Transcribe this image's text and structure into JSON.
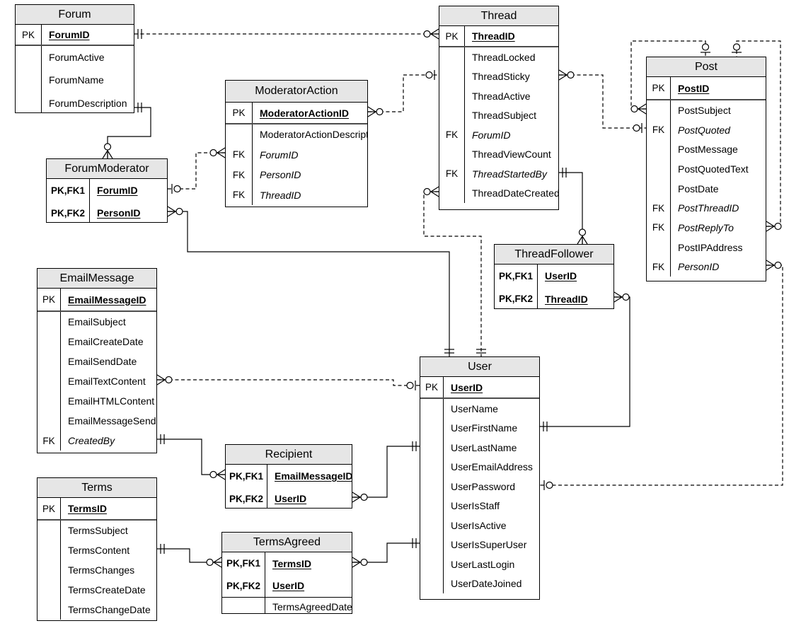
{
  "diagram_type": "entity-relationship",
  "colors": {
    "header_bg": "#e6e6e6",
    "border": "#000000",
    "background": "#ffffff",
    "pk_divider": "#4c4c4c"
  },
  "entities": [
    {
      "name": "Forum",
      "title": "Forum",
      "key_rows": [
        {
          "key": "PK",
          "name": "ForumID",
          "pk": true
        }
      ],
      "attr_rows": [
        {
          "key": "",
          "name": "ForumActive"
        },
        {
          "key": "",
          "name": "ForumName"
        },
        {
          "key": "",
          "name": "ForumDescription"
        }
      ]
    },
    {
      "name": "Thread",
      "title": "Thread",
      "key_rows": [
        {
          "key": "PK",
          "name": "ThreadID",
          "pk": true
        }
      ],
      "attr_rows": [
        {
          "key": "",
          "name": "ThreadLocked"
        },
        {
          "key": "",
          "name": "ThreadSticky"
        },
        {
          "key": "",
          "name": "ThreadActive"
        },
        {
          "key": "",
          "name": "ThreadSubject"
        },
        {
          "key": "FK",
          "name": "ForumID",
          "fk": true
        },
        {
          "key": "",
          "name": "ThreadViewCount"
        },
        {
          "key": "FK",
          "name": "ThreadStartedBy",
          "fk": true
        },
        {
          "key": "",
          "name": "ThreadDateCreated"
        }
      ]
    },
    {
      "name": "Post",
      "title": "Post",
      "key_rows": [
        {
          "key": "PK",
          "name": "PostID",
          "pk": true
        }
      ],
      "attr_rows": [
        {
          "key": "",
          "name": "PostSubject"
        },
        {
          "key": "FK",
          "name": "PostQuoted",
          "fk": true
        },
        {
          "key": "",
          "name": "PostMessage"
        },
        {
          "key": "",
          "name": "PostQuotedText"
        },
        {
          "key": "",
          "name": "PostDate"
        },
        {
          "key": "FK",
          "name": "PostThreadID",
          "fk": true
        },
        {
          "key": "FK",
          "name": "PostReplyTo",
          "fk": true
        },
        {
          "key": "",
          "name": "PostIPAddress"
        },
        {
          "key": "FK",
          "name": "PersonID",
          "fk": true
        }
      ]
    },
    {
      "name": "ModeratorAction",
      "title": "ModeratorAction",
      "key_rows": [
        {
          "key": "PK",
          "name": "ModeratorActionID",
          "pk": true
        }
      ],
      "attr_rows": [
        {
          "key": "",
          "name": "ModeratorActionDescription"
        },
        {
          "key": "FK",
          "name": "ForumID",
          "fk": true
        },
        {
          "key": "FK",
          "name": "PersonID",
          "fk": true
        },
        {
          "key": "FK",
          "name": "ThreadID",
          "fk": true
        }
      ]
    },
    {
      "name": "ForumModerator",
      "title": "ForumModerator",
      "key_rows": [
        {
          "key": "PK,FK1",
          "name": "ForumID",
          "pk": true
        },
        {
          "key": "PK,FK2",
          "name": "PersonID",
          "pk": true
        }
      ],
      "attr_rows": []
    },
    {
      "name": "ThreadFollower",
      "title": "ThreadFollower",
      "key_rows": [
        {
          "key": "PK,FK1",
          "name": "UserID",
          "pk": true
        },
        {
          "key": "PK,FK2",
          "name": "ThreadID",
          "pk": true
        }
      ],
      "attr_rows": []
    },
    {
      "name": "EmailMessage",
      "title": "EmailMessage",
      "key_rows": [
        {
          "key": "PK",
          "name": "EmailMessageID",
          "pk": true
        }
      ],
      "attr_rows": [
        {
          "key": "",
          "name": "EmailSubject"
        },
        {
          "key": "",
          "name": "EmailCreateDate"
        },
        {
          "key": "",
          "name": "EmailSendDate"
        },
        {
          "key": "",
          "name": "EmailTextContent"
        },
        {
          "key": "",
          "name": "EmailHTMLContent"
        },
        {
          "key": "",
          "name": "EmailMessageSender"
        },
        {
          "key": "FK",
          "name": "CreatedBy",
          "fk": true
        }
      ]
    },
    {
      "name": "User",
      "title": "User",
      "key_rows": [
        {
          "key": "PK",
          "name": "UserID",
          "pk": true
        }
      ],
      "attr_rows": [
        {
          "key": "",
          "name": "UserName"
        },
        {
          "key": "",
          "name": "UserFirstName"
        },
        {
          "key": "",
          "name": "UserLastName"
        },
        {
          "key": "",
          "name": "UserEmailAddress"
        },
        {
          "key": "",
          "name": "UserPassword"
        },
        {
          "key": "",
          "name": "UserIsStaff"
        },
        {
          "key": "",
          "name": "UserIsActive"
        },
        {
          "key": "",
          "name": "UserIsSuperUser"
        },
        {
          "key": "",
          "name": "UserLastLogin"
        },
        {
          "key": "",
          "name": "UserDateJoined"
        }
      ]
    },
    {
      "name": "Recipient",
      "title": "Recipient",
      "key_rows": [
        {
          "key": "PK,FK1",
          "name": "EmailMessageID",
          "pk": true
        },
        {
          "key": "PK,FK2",
          "name": "UserID",
          "pk": true
        }
      ],
      "attr_rows": []
    },
    {
      "name": "Terms",
      "title": "Terms",
      "key_rows": [
        {
          "key": "PK",
          "name": "TermsID",
          "pk": true
        }
      ],
      "attr_rows": [
        {
          "key": "",
          "name": "TermsSubject"
        },
        {
          "key": "",
          "name": "TermsContent"
        },
        {
          "key": "",
          "name": "TermsChanges"
        },
        {
          "key": "",
          "name": "TermsCreateDate"
        },
        {
          "key": "",
          "name": "TermsChangeDate"
        }
      ]
    },
    {
      "name": "TermsAgreed",
      "title": "TermsAgreed",
      "key_rows": [
        {
          "key": "PK,FK1",
          "name": "TermsID",
          "pk": true
        },
        {
          "key": "PK,FK2",
          "name": "UserID",
          "pk": true
        }
      ],
      "attr_rows": [
        {
          "key": "",
          "name": "TermsAgreedDate"
        }
      ]
    }
  ],
  "relationships": [
    {
      "from": "Forum",
      "to": "Thread",
      "from_symbol": "one",
      "to_symbol": "zero-or-many",
      "style": "dashed"
    },
    {
      "from": "Forum",
      "to": "ForumModerator",
      "from_symbol": "one",
      "to_symbol": "zero-or-many",
      "style": "solid"
    },
    {
      "from": "ForumModerator",
      "to": "ModeratorAction",
      "from_symbol": "zero-or-one",
      "to_symbol": "zero-or-many",
      "style": "dashed"
    },
    {
      "from": "ModeratorAction",
      "to": "Thread",
      "from_symbol": "zero-or-many",
      "to_symbol": "zero-or-one",
      "style": "dashed"
    },
    {
      "from": "Thread",
      "to": "Post",
      "from_symbol": "zero-or-many",
      "to_symbol": "zero-or-one",
      "style": "dashed"
    },
    {
      "from": "Post",
      "to": "Post",
      "note": "self-reference (PostQuoted)",
      "from_symbol": "zero-or-many",
      "to_symbol": "zero-or-one",
      "style": "dashed"
    },
    {
      "from": "Post",
      "to": "Post",
      "note": "self-reference (PostReplyTo)",
      "from_symbol": "zero-or-many",
      "to_symbol": "zero-or-one",
      "style": "dashed"
    },
    {
      "from": "Post",
      "to": "User",
      "from_symbol": "zero-or-many",
      "to_symbol": "zero-or-one",
      "style": "dashed"
    },
    {
      "from": "Thread",
      "to": "ThreadFollower",
      "from_symbol": "one",
      "to_symbol": "zero-or-many",
      "style": "solid"
    },
    {
      "from": "ThreadFollower",
      "to": "User",
      "from_symbol": "zero-or-many",
      "to_symbol": "one",
      "style": "solid"
    },
    {
      "from": "Thread",
      "to": "User",
      "from_symbol": "zero-or-many",
      "to_symbol": "one",
      "style": "dashed"
    },
    {
      "from": "ForumModerator",
      "to": "User",
      "from_symbol": "zero-or-many",
      "to_symbol": "one",
      "style": "solid"
    },
    {
      "from": "EmailMessage",
      "to": "User",
      "from_symbol": "zero-or-many",
      "to_symbol": "zero-or-one",
      "style": "dashed"
    },
    {
      "from": "EmailMessage",
      "to": "Recipient",
      "from_symbol": "one",
      "to_symbol": "zero-or-many",
      "style": "solid"
    },
    {
      "from": "Recipient",
      "to": "User",
      "from_symbol": "zero-or-many",
      "to_symbol": "one",
      "style": "solid"
    },
    {
      "from": "Terms",
      "to": "TermsAgreed",
      "from_symbol": "one",
      "to_symbol": "zero-or-many",
      "style": "solid"
    },
    {
      "from": "TermsAgreed",
      "to": "User",
      "from_symbol": "zero-or-many",
      "to_symbol": "one",
      "style": "solid"
    }
  ]
}
